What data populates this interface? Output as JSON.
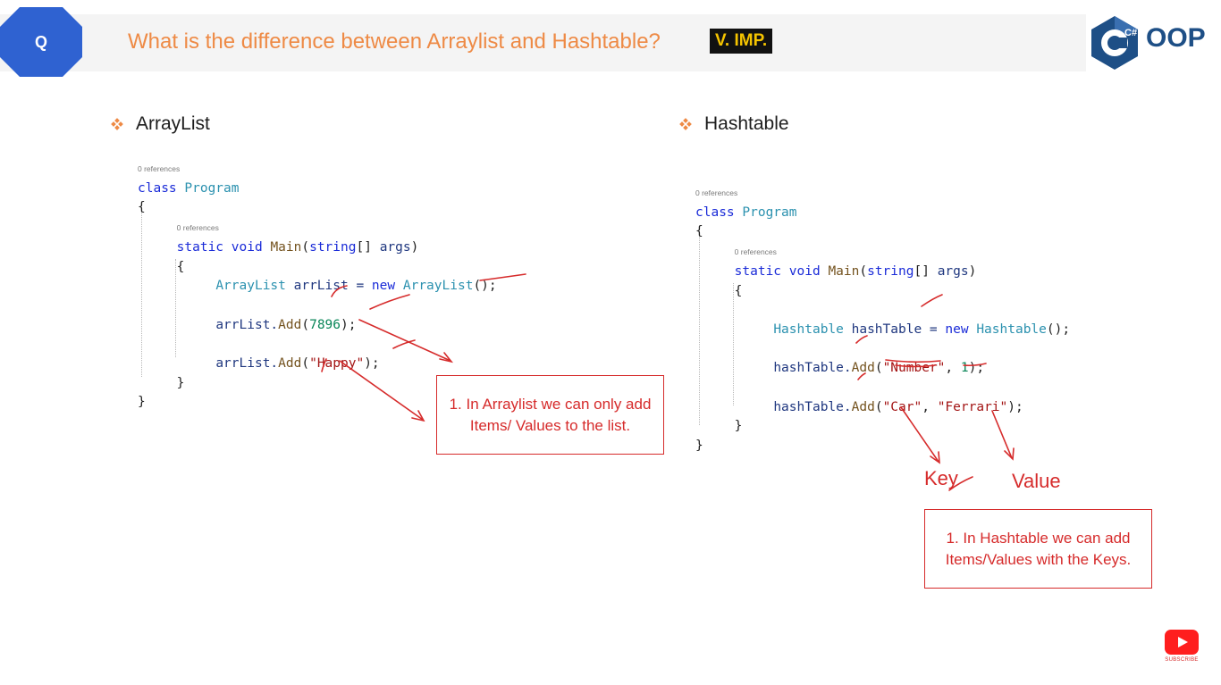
{
  "header": {
    "q_badge": "Q",
    "question": "What is the difference between Arraylist and Hashtable?",
    "importance": "V. IMP.",
    "logo_text": "OOP",
    "logo_mark": "C#"
  },
  "arraylist": {
    "heading": "ArrayList",
    "code": {
      "ref1": "0 references",
      "class_kw": "class",
      "class_name": "Program",
      "open1": "{",
      "ref2": "0 references",
      "static_kw": "static",
      "void_kw": "void",
      "main_name": "Main",
      "string_kw": "string",
      "args_sig": "[] ",
      "args": "args",
      "paren_close": ")",
      "open2": "{",
      "l1_type": "ArrayList",
      "l1_var": " arrList = ",
      "l1_new": "new",
      "l1_space": " ",
      "l1_type2": "ArrayList",
      "l1_end": "();",
      "l2_obj": "arrList.",
      "l2_fn": "Add",
      "l2_open": "(",
      "l2_num": "7896",
      "l2_end": ");",
      "l3_obj": "arrList.",
      "l3_fn": "Add",
      "l3_open": "(",
      "l3_str": "\"Happy\"",
      "l3_end": ");",
      "close2": "}",
      "close1": "}"
    },
    "note": "1. In Arraylist we can only add Items/ Values to the list."
  },
  "hashtable": {
    "heading": "Hashtable",
    "code": {
      "ref1": "0 references",
      "class_kw": "class",
      "class_name": "Program",
      "open1": "{",
      "ref2": "0 references",
      "static_kw": "static",
      "void_kw": "void",
      "main_name": "Main",
      "string_kw": "string",
      "args_sig": "[] ",
      "args": "args",
      "paren_close": ")",
      "open2": "{",
      "l1_type": "Hashtable",
      "l1_var": " hashTable = ",
      "l1_new": "new",
      "l1_space": " ",
      "l1_type2": "Hashtable",
      "l1_end": "();",
      "l2_obj": "hashTable.",
      "l2_fn": "Add",
      "l2_open": "(",
      "l2_str": "\"Number\"",
      "l2_sep": ", ",
      "l2_num": "1",
      "l2_end": ");",
      "l3_obj": "hashTable.",
      "l3_fn": "Add",
      "l3_open": "(",
      "l3_key": "\"Car\"",
      "l3_sep": ", ",
      "l3_val": "\"Ferrari\"",
      "l3_end": ");",
      "close2": "}",
      "close1": "}"
    },
    "key_label": "Key",
    "value_label": "Value",
    "note": "1. In Hashtable we can add Items/Values with the Keys."
  },
  "subscribe_label": "SUBSCRIBE",
  "colors": {
    "title": "#ee8a45",
    "badge": "#2f62d1",
    "ink": "#d62b2b",
    "logo": "#1e4f86"
  }
}
